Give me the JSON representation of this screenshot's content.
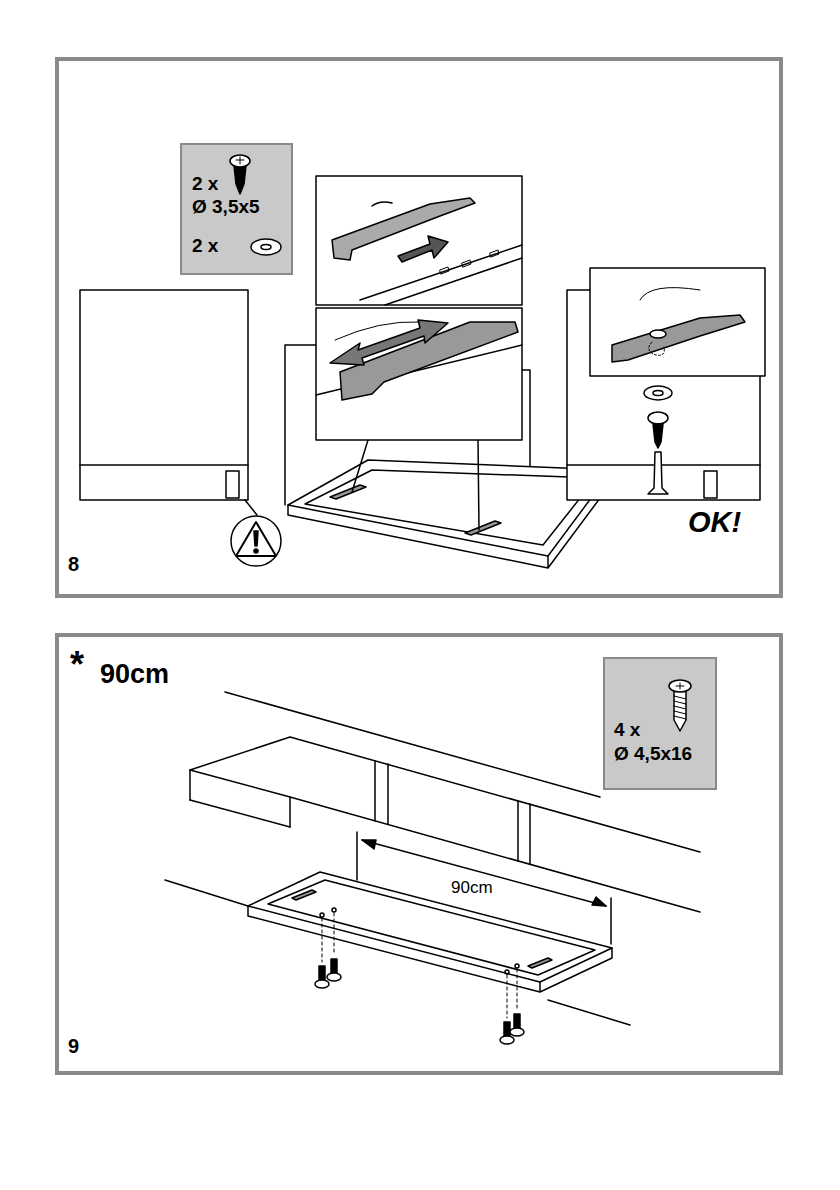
{
  "diagram": {
    "nodes": [
      {
        "text": [
          "8",
          "OK!"
        ]
      },
      {
        "text": [
          "2 x",
          "Ø 3,5x5",
          "2 x"
        ],
        "in": 0
      },
      {
        "text": [
          "*",
          "90cm",
          "9"
        ]
      },
      {
        "text": [
          "4 x",
          "Ø 4,5x16"
        ],
        "in": 2
      }
    ],
    "edges": [],
    "labels": [
      "90cm"
    ]
  }
}
